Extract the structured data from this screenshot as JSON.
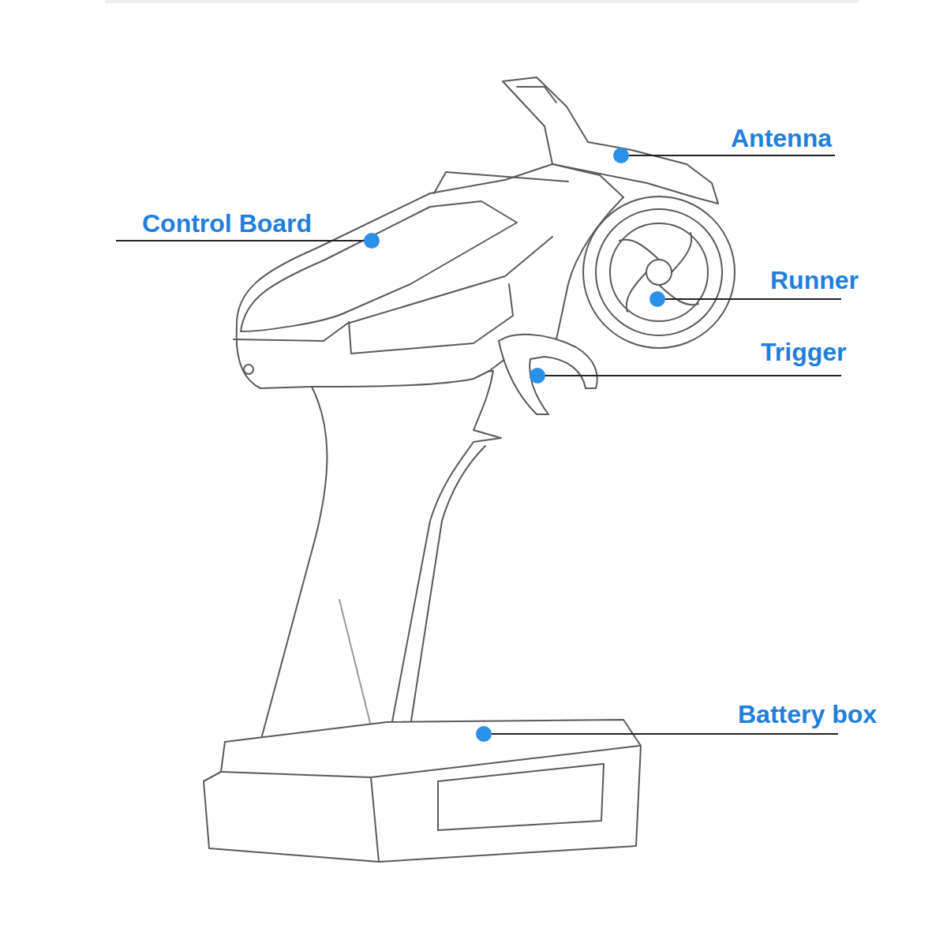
{
  "diagram": {
    "labels": [
      "Antenna",
      "Control Board",
      "Runner",
      "Trigger",
      "Battery box"
    ]
  }
}
